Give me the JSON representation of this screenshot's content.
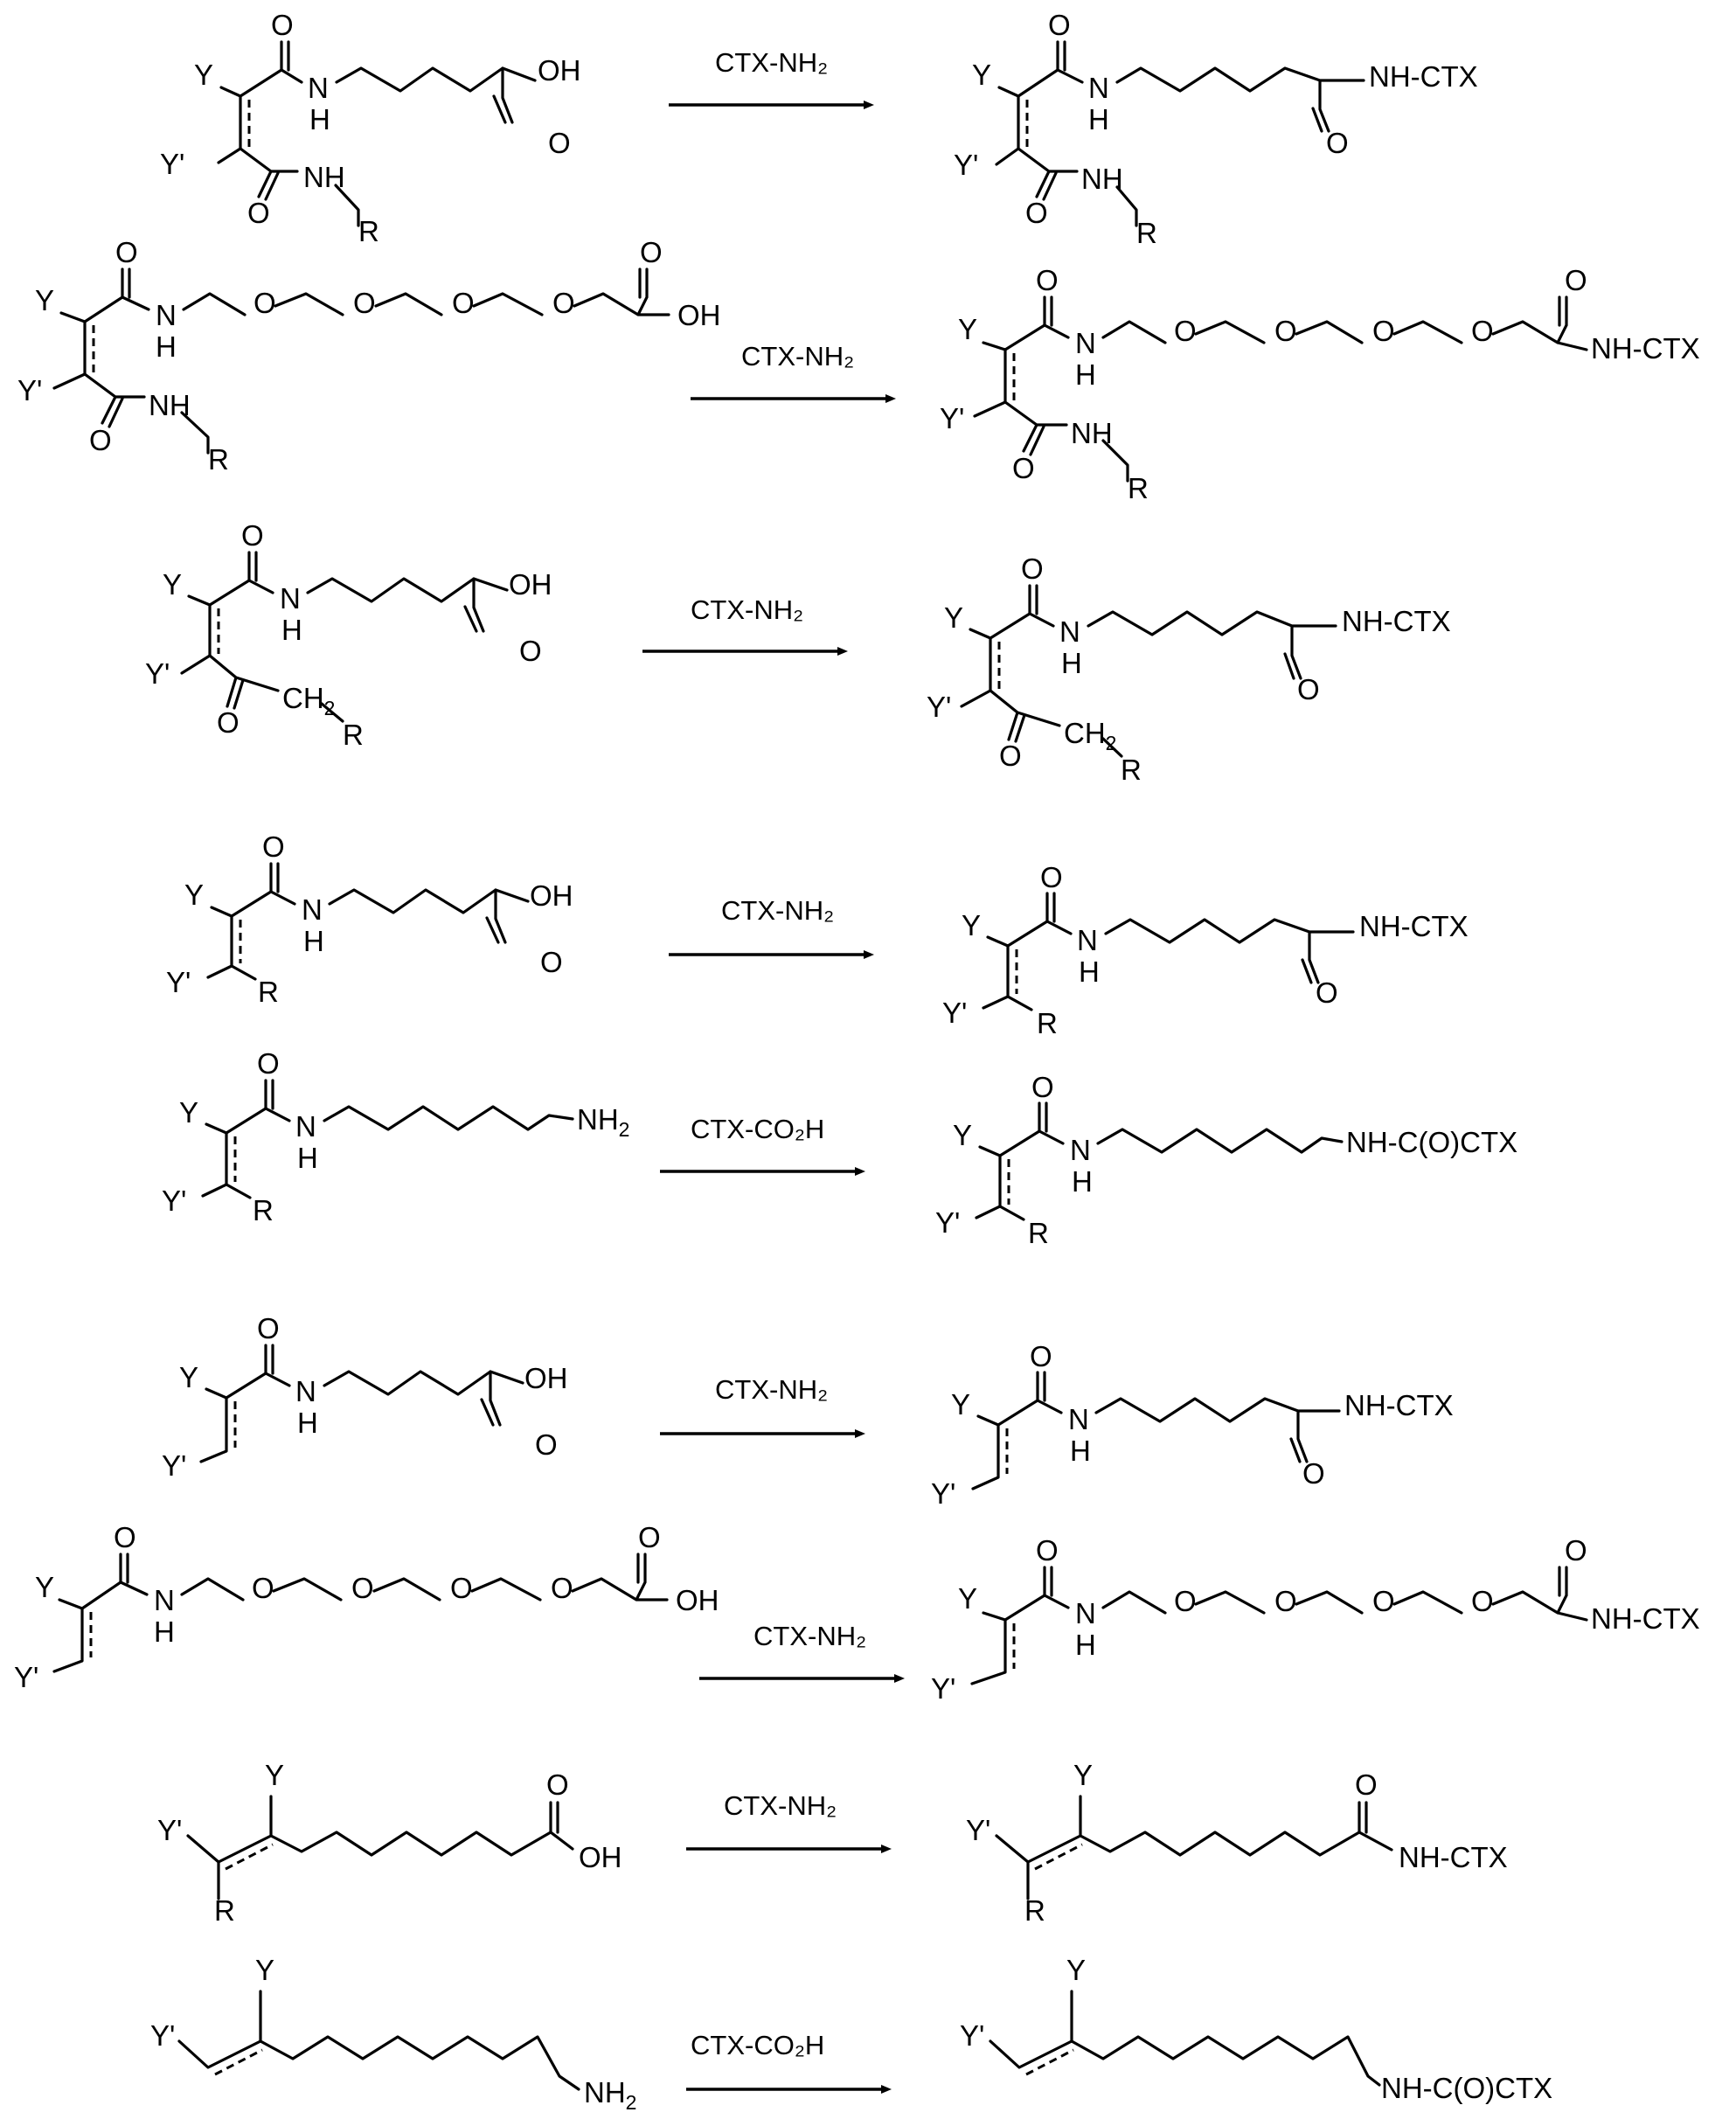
{
  "atoms": {
    "Y": "Y",
    "Yp": "Y'",
    "O": "O",
    "N": "N",
    "H": "H",
    "NH": "NH",
    "OH": "OH",
    "R": "R",
    "CH2": "CH",
    "NH2": "NH",
    "NHCTX": "NH-CTX",
    "NHCOCTX": "NH-C(O)CTX"
  },
  "reactions": [
    {
      "reagent": "CTX-NH₂",
      "starting_material": "maleamide-aminohexanoic-acid",
      "product": "maleamide-aminohexanoyl-CTX"
    },
    {
      "reagent": "CTX-NH₂",
      "starting_material": "maleamide-PEG4-acid",
      "product": "maleamide-PEG4-CTX"
    },
    {
      "reagent": "CTX-NH₂",
      "starting_material": "ketoacrylamide-aminohexanoic-acid",
      "product": "ketoacrylamide-aminohexanoyl-CTX"
    },
    {
      "reagent": "CTX-NH₂",
      "starting_material": "acrylamide-aminohexanoic-acid",
      "product": "acrylamide-aminohexanoyl-CTX"
    },
    {
      "reagent": "CTX-CO₂H",
      "starting_material": "acrylamide-hexanediamine",
      "product": "acrylamide-hexyl-amido-CTX"
    },
    {
      "reagent": "CTX-NH₂",
      "starting_material": "vinylamide-aminohexanoic-acid",
      "product": "vinylamide-aminohexanoyl-CTX"
    },
    {
      "reagent": "CTX-NH₂",
      "starting_material": "vinylamide-PEG4-acid",
      "product": "vinylamide-PEG4-CTX"
    },
    {
      "reagent": "CTX-NH₂",
      "starting_material": "alkenoic-acid",
      "product": "alkenoyl-CTX"
    },
    {
      "reagent": "CTX-CO₂H",
      "starting_material": "alkenyl-amine",
      "product": "alkenyl-amido-CTX"
    }
  ]
}
